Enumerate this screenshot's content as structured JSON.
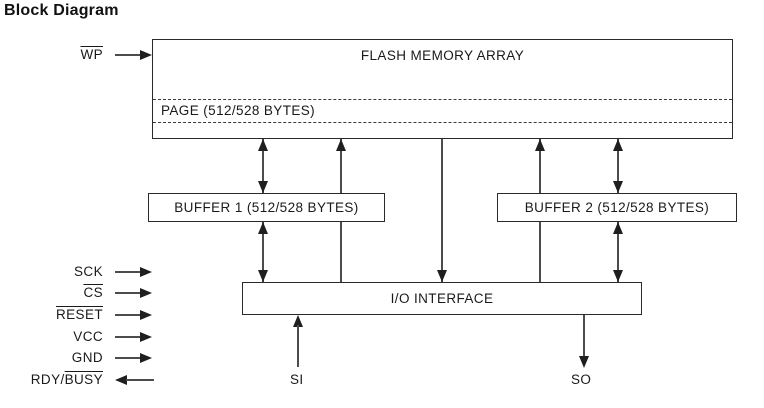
{
  "title": "Block Diagram",
  "colors": {
    "background": "#ffffff",
    "box_border": "#2a2a2a",
    "connector_line": "#4c4c4c",
    "arrowhead": "#1f1f1f",
    "text": "#1a1a1a"
  },
  "blocks": {
    "flash": {
      "label": "FLASH MEMORY ARRAY",
      "page_label": "PAGE (512/528 BYTES)"
    },
    "buffer1": {
      "label": "BUFFER 1 (512/528 BYTES)"
    },
    "buffer2": {
      "label": "BUFFER 2 (512/528 BYTES)"
    },
    "io": {
      "label": "I/O INTERFACE"
    }
  },
  "signals": {
    "wp": {
      "label": "WP",
      "active_low": true,
      "direction": "input"
    },
    "left": [
      {
        "label": "SCK",
        "active_low": false,
        "direction": "input"
      },
      {
        "label": "CS",
        "active_low": true,
        "direction": "input"
      },
      {
        "label": "RESET",
        "active_low": true,
        "direction": "input"
      },
      {
        "label": "VCC",
        "active_low": false,
        "direction": "input"
      },
      {
        "label": "GND",
        "active_low": false,
        "direction": "input"
      },
      {
        "prefix": "RDY/",
        "label": "BUSY",
        "active_low": true,
        "direction": "output"
      }
    ],
    "si": {
      "label": "SI",
      "direction": "input"
    },
    "so": {
      "label": "SO",
      "direction": "output"
    }
  }
}
